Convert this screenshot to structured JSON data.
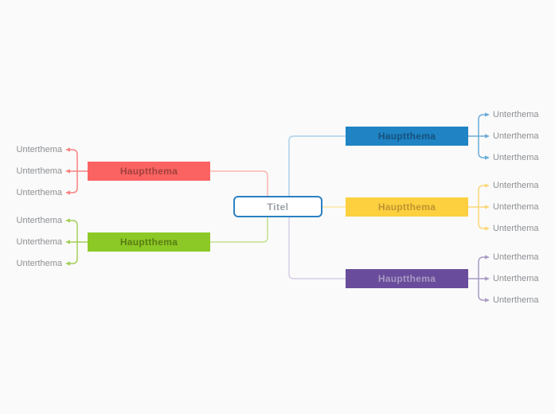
{
  "canvas": {
    "background_color": "#fafafa"
  },
  "root": {
    "label": "Titel",
    "border_color": "#2a80c2",
    "fill_color": "#ffffff",
    "text_color": "#9ba0a6"
  },
  "leaf_text_color": "#8d9094",
  "branches": [
    {
      "id": "red",
      "side": "left",
      "label": "Hauptthema",
      "color": "#fa6361",
      "text_color": "#a2403e",
      "main_line_color": "#fbb4b2",
      "sub_line_color": "#f8827f",
      "children": [
        "Unterthema",
        "Unterthema",
        "Unterthema"
      ]
    },
    {
      "id": "green",
      "side": "left",
      "label": "Hauptthema",
      "color": "#8dc926",
      "text_color": "#587c12",
      "main_line_color": "#c0e08c",
      "sub_line_color": "#a5cf57",
      "children": [
        "Unterthema",
        "Unterthema",
        "Unterthema"
      ]
    },
    {
      "id": "blue",
      "side": "right",
      "label": "Hauptthema",
      "color": "#1f83c4",
      "text_color": "#16517c",
      "main_line_color": "#abd0ea",
      "sub_line_color": "#6aabd8",
      "children": [
        "Unterthema",
        "Unterthema",
        "Unterthema"
      ]
    },
    {
      "id": "yellow",
      "side": "right",
      "label": "Hauptthema",
      "color": "#fcd03f",
      "text_color": "#bf9430",
      "main_line_color": "#fde7a4",
      "sub_line_color": "#fbd878",
      "children": [
        "Unterthema",
        "Unterthema",
        "Unterthema"
      ]
    },
    {
      "id": "purple",
      "side": "right",
      "label": "Hauptthema",
      "color": "#6a4c9c",
      "text_color": "#a79ac2",
      "main_line_color": "#d6cee4",
      "sub_line_color": "#a89bc5",
      "children": [
        "Unterthema",
        "Unterthema",
        "Unterthema"
      ]
    }
  ]
}
